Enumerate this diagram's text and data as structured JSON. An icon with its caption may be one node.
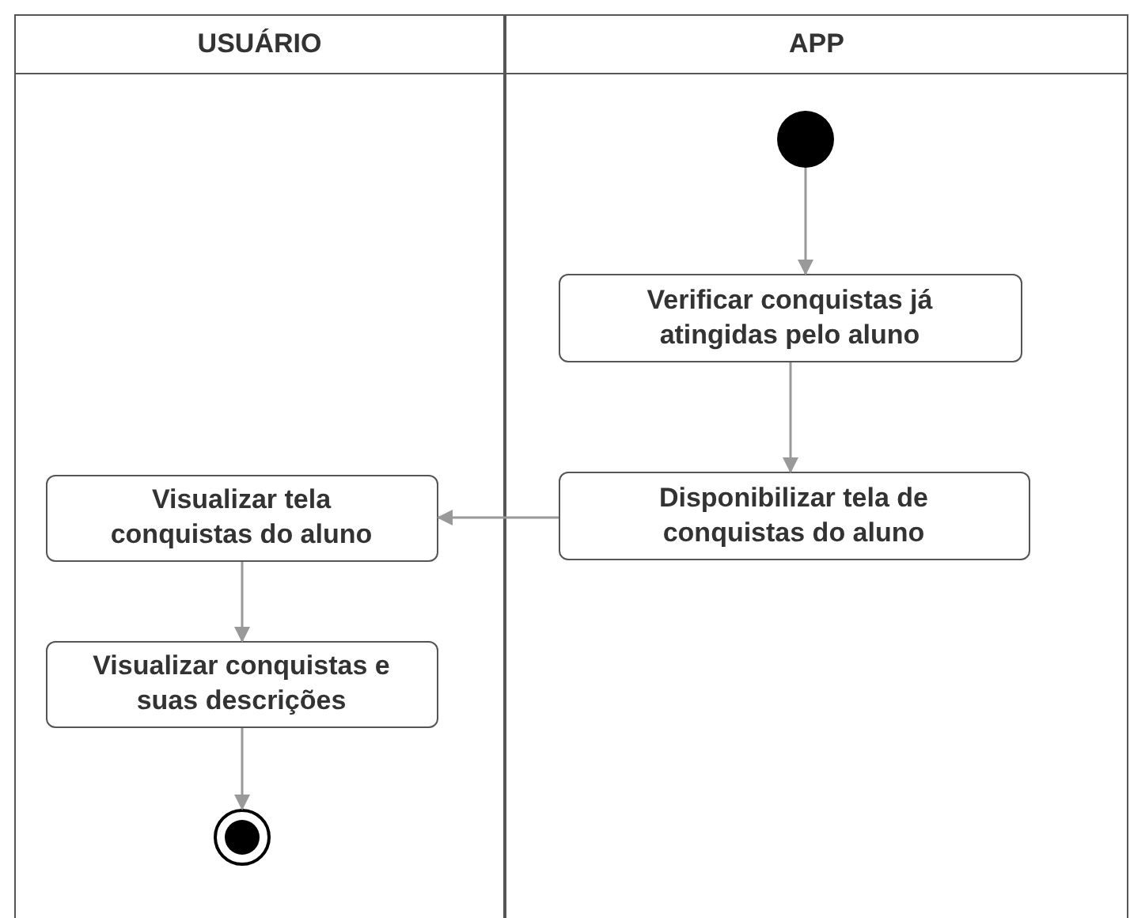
{
  "diagram": {
    "nodes": [
      {
        "text": [
          "USUÁRIO"
        ]
      },
      {
        "text": [
          "APP"
        ]
      },
      {
        "text": [],
        "shape": "circle",
        "in": 1
      },
      {
        "text": [
          "Verificar conquistas já atingidas pelo aluno"
        ],
        "in": 1
      },
      {
        "text": [
          "Disponibilizar tela de conquistas do aluno"
        ],
        "in": 1
      },
      {
        "text": [
          "Visualizar tela conquistas do aluno"
        ],
        "in": 0
      },
      {
        "text": [
          "Visualizar conquistas e suas descrições"
        ],
        "in": 0
      },
      {
        "text": [],
        "shape": "circle",
        "in": 0
      }
    ],
    "edges": [
      {
        "from": 2,
        "to": 3,
        "arrow": "to"
      },
      {
        "from": 3,
        "to": 4,
        "arrow": "to"
      },
      {
        "from": 4,
        "to": 5,
        "arrow": "to"
      },
      {
        "from": 5,
        "to": 6,
        "arrow": "to"
      },
      {
        "from": 6,
        "to": 7,
        "arrow": "to"
      }
    ]
  }
}
